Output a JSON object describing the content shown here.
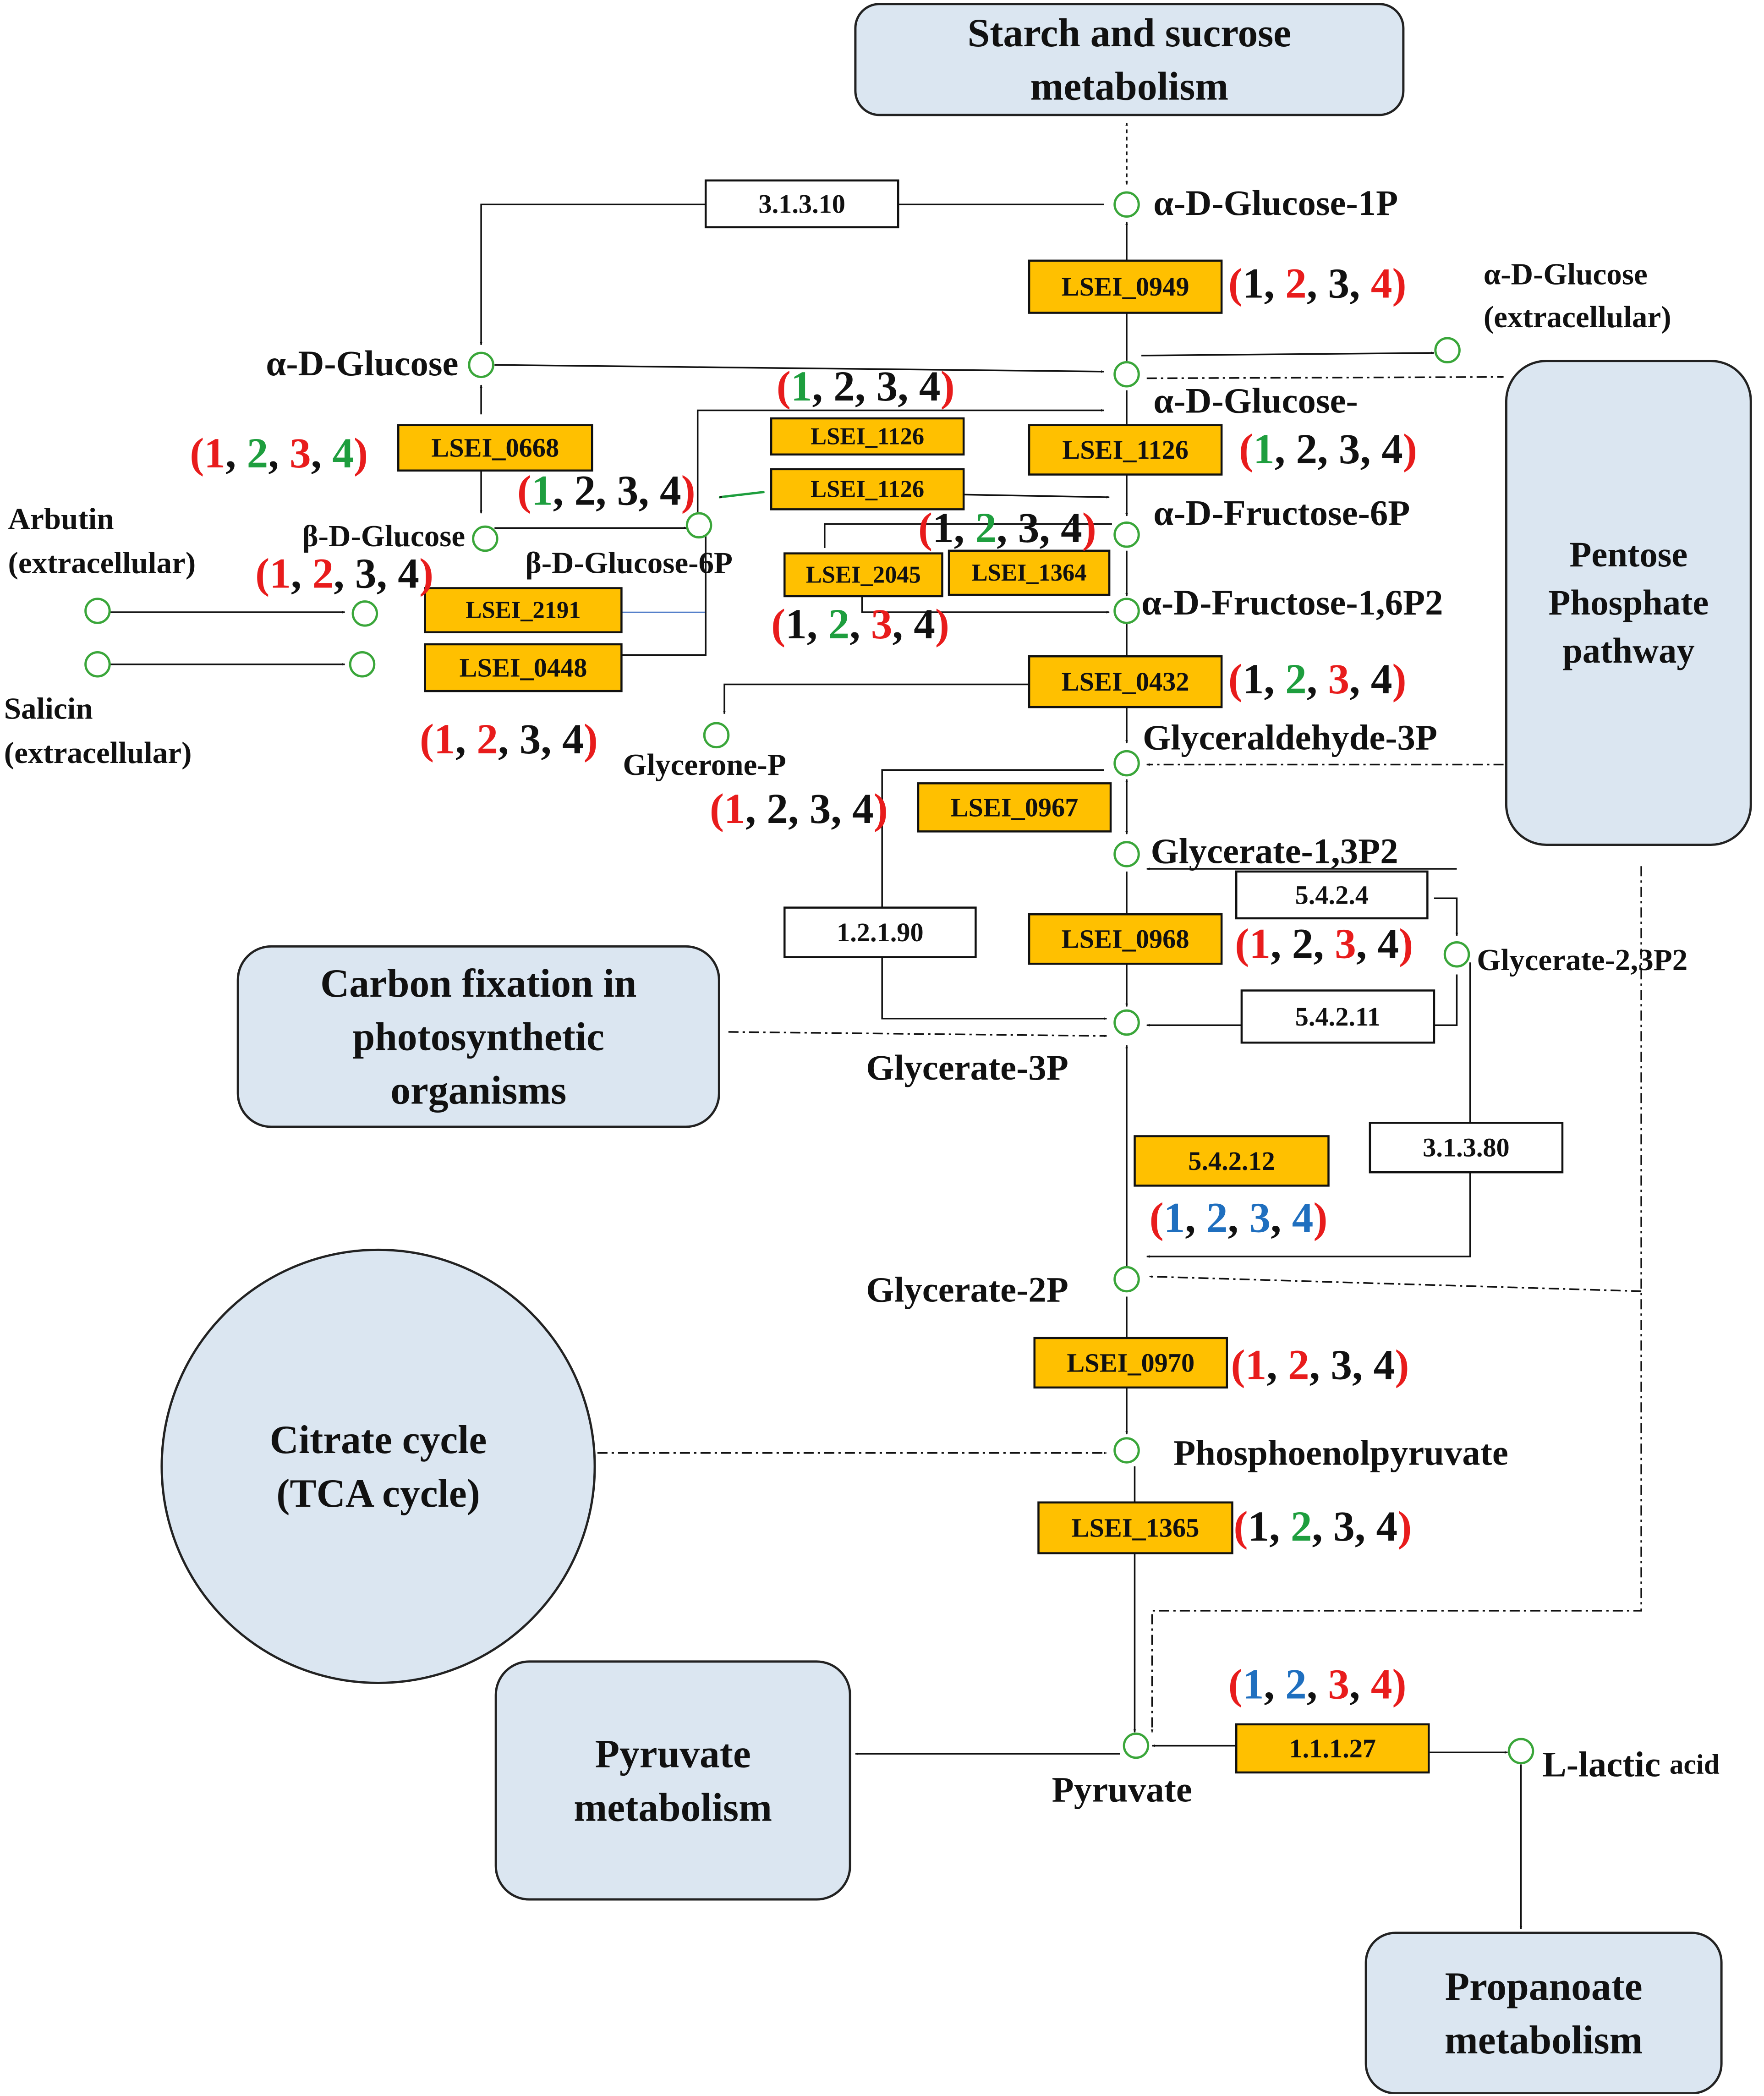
{
  "colors": {
    "pathway_fill": "#dbe6f1",
    "enzyme_fill": "#ffc000",
    "node_stroke": "#3aa63a",
    "red": "#e81c1c",
    "green": "#1e9e3e",
    "blue": "#1f6fbf",
    "black": "#111111"
  },
  "pathways": [
    {
      "id": "starch",
      "label": "Starch and sucrose metabolism",
      "lines": [
        "Starch and sucrose",
        "metabolism"
      ]
    },
    {
      "id": "pentose",
      "label": "Pentose Phosphate pathway",
      "lines": [
        "Pentose",
        "Phosphate",
        "pathway"
      ]
    },
    {
      "id": "carbon",
      "label": "Carbon fixation in photosynthetic organisms",
      "lines": [
        "Carbon fixation in",
        "photosynthetic",
        "organisms"
      ]
    },
    {
      "id": "tca",
      "label": "Citrate cycle (TCA cycle)",
      "lines": [
        "Citrate cycle",
        "(TCA cycle)"
      ]
    },
    {
      "id": "pyruvate_met",
      "label": "Pyruvate metabolism",
      "lines": [
        "Pyruvate",
        "metabolism"
      ]
    },
    {
      "id": "propanoate",
      "label": "Propanoate metabolism",
      "lines": [
        "Propanoate",
        "metabolism"
      ]
    }
  ],
  "metabolites": [
    {
      "id": "g1p",
      "label": "α-D-Glucose-1P"
    },
    {
      "id": "glc_ext",
      "label": "α-D-Glucose (extracellular)",
      "lines": [
        "α-D-Glucose",
        "(extracellular)"
      ]
    },
    {
      "id": "aglc",
      "label": "α-D-Glucose"
    },
    {
      "id": "ag6p",
      "label": "α-D-Glucose-"
    },
    {
      "id": "arbutin",
      "label": "Arbutin (extracellular)",
      "lines": [
        "Arbutin",
        "(extracellular)"
      ]
    },
    {
      "id": "bglc",
      "label": "β-D-Glucose"
    },
    {
      "id": "bg6p",
      "label": "β-D-Glucose-6P"
    },
    {
      "id": "f6p",
      "label": "α-D-Fructose-6P"
    },
    {
      "id": "fbp",
      "label": "α-D-Fructose-1,6P2"
    },
    {
      "id": "salicin",
      "label": "Salicin (extracellular)",
      "lines": [
        "Salicin",
        "(extracellular)"
      ]
    },
    {
      "id": "gap",
      "label": "Glyceraldehyde-3P"
    },
    {
      "id": "dhap",
      "label": "Glycerone-P"
    },
    {
      "id": "bpg",
      "label": "Glycerate-1,3P2"
    },
    {
      "id": "g23",
      "label": "Glycerate-2,3P2"
    },
    {
      "id": "g3p",
      "label": "Glycerate-3P"
    },
    {
      "id": "g2p",
      "label": "Glycerate-2P"
    },
    {
      "id": "pep",
      "label": "Phosphoenolpyruvate"
    },
    {
      "id": "pyr",
      "label": "Pyruvate"
    },
    {
      "id": "lac",
      "label": "L-lactic acid",
      "main": "L-lactic",
      "small": "acid"
    }
  ],
  "enzymes": [
    {
      "id": "e31310",
      "label": "3.1.3.10",
      "highlighted": false
    },
    {
      "id": "e0949",
      "label": "LSEI_0949",
      "highlighted": true
    },
    {
      "id": "e0668",
      "label": "LSEI_0668",
      "highlighted": true
    },
    {
      "id": "e1126a",
      "label": "LSEI_1126",
      "highlighted": true
    },
    {
      "id": "e1126b",
      "label": "LSEI_1126",
      "highlighted": true
    },
    {
      "id": "e1126c",
      "label": "LSEI_1126",
      "highlighted": true
    },
    {
      "id": "e2045",
      "label": "LSEI_2045",
      "highlighted": true
    },
    {
      "id": "e1364",
      "label": "LSEI_1364",
      "highlighted": true
    },
    {
      "id": "e2191",
      "label": "LSEI_2191",
      "highlighted": true
    },
    {
      "id": "e0448",
      "label": "LSEI_0448",
      "highlighted": true
    },
    {
      "id": "e0432",
      "label": "LSEI_0432",
      "highlighted": true
    },
    {
      "id": "e0967",
      "label": "LSEI_0967",
      "highlighted": true
    },
    {
      "id": "e12190",
      "label": "1.2.1.90",
      "highlighted": false
    },
    {
      "id": "e0968",
      "label": "LSEI_0968",
      "highlighted": true
    },
    {
      "id": "e5424",
      "label": "5.4.2.4",
      "highlighted": false
    },
    {
      "id": "e54211",
      "label": "5.4.2.11",
      "highlighted": false
    },
    {
      "id": "e54212",
      "label": "5.4.2.12",
      "highlighted": true
    },
    {
      "id": "e31380",
      "label": "3.1.3.80",
      "highlighted": false
    },
    {
      "id": "e0970",
      "label": "LSEI_0970",
      "highlighted": true
    },
    {
      "id": "e1365",
      "label": "LSEI_1365",
      "highlighted": true
    },
    {
      "id": "e11127",
      "label": "1.1.1.27",
      "highlighted": true
    }
  ],
  "annotations": [
    {
      "id": "n0949",
      "colors": [
        "black",
        "red",
        "black",
        "red"
      ]
    },
    {
      "id": "n_top1126",
      "colors": [
        "green",
        "black",
        "black",
        "black"
      ]
    },
    {
      "id": "n1126c",
      "colors": [
        "green",
        "black",
        "black",
        "black"
      ]
    },
    {
      "id": "n0668",
      "colors": [
        "red",
        "green",
        "red",
        "green"
      ]
    },
    {
      "id": "n1126b",
      "colors": [
        "green",
        "black",
        "black",
        "black"
      ]
    },
    {
      "id": "n_f6p",
      "colors": [
        "black",
        "green",
        "black",
        "black"
      ]
    },
    {
      "id": "n2191",
      "colors": [
        "red",
        "red",
        "black",
        "black"
      ]
    },
    {
      "id": "n_fbp",
      "colors": [
        "black",
        "green",
        "red",
        "black"
      ]
    },
    {
      "id": "n0432",
      "colors": [
        "black",
        "green",
        "red",
        "black"
      ]
    },
    {
      "id": "n0448",
      "colors": [
        "red",
        "red",
        "black",
        "black"
      ]
    },
    {
      "id": "n0967",
      "colors": [
        "red",
        "black",
        "black",
        "black"
      ]
    },
    {
      "id": "n0968",
      "colors": [
        "red",
        "black",
        "red",
        "black"
      ]
    },
    {
      "id": "n54212",
      "colors": [
        "blue",
        "blue",
        "blue",
        "blue"
      ]
    },
    {
      "id": "n0970",
      "colors": [
        "red",
        "red",
        "black",
        "black"
      ]
    },
    {
      "id": "n1365",
      "colors": [
        "black",
        "green",
        "black",
        "black"
      ]
    },
    {
      "id": "n11127",
      "colors": [
        "blue",
        "blue",
        "red",
        "red"
      ]
    }
  ]
}
